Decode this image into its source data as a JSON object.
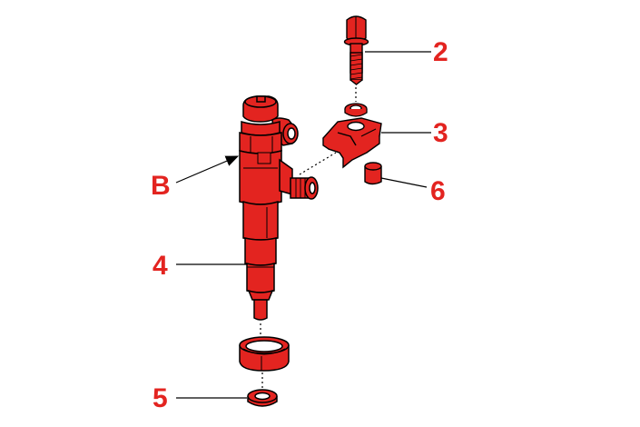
{
  "colors": {
    "part_fill": "#e32420",
    "outline": "#000000",
    "background": "#ffffff"
  },
  "callouts": [
    {
      "id": "label-2",
      "text": "2",
      "part": "mounting-bolt"
    },
    {
      "id": "label-3",
      "text": "3",
      "part": "clamp-bracket"
    },
    {
      "id": "label-6",
      "text": "6",
      "part": "spacer-sleeve"
    },
    {
      "id": "label-b",
      "text": "B",
      "part": "injector-body-mark"
    },
    {
      "id": "label-4",
      "text": "4",
      "part": "injector-body"
    },
    {
      "id": "label-5",
      "text": "5",
      "part": "sealing-washer"
    }
  ]
}
